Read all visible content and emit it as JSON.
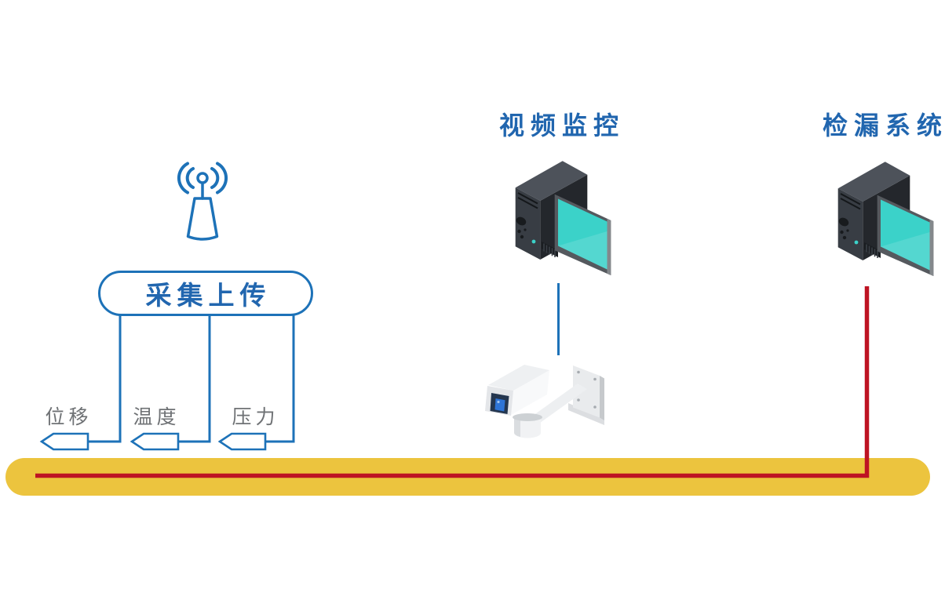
{
  "diagram": {
    "collector": {
      "label": "采集上传"
    },
    "sensors": [
      {
        "label": "位移"
      },
      {
        "label": "温度"
      },
      {
        "label": "压力"
      }
    ],
    "video": {
      "title": "视频监控"
    },
    "leak": {
      "title": "检漏系统"
    },
    "icons": {
      "antenna": "wireless-antenna-icon",
      "video_workstation": "desktop-computer-icon",
      "leak_workstation": "desktop-computer-icon",
      "camera": "cctv-camera-icon",
      "pipeline": "pipeline-bar"
    },
    "colors": {
      "line_blue": "#1d72b8",
      "text_blue": "#2166af",
      "label_gray": "#6f7275",
      "pipeline_yellow": "#ecc43e",
      "leak_line_red": "#be1323",
      "screen_teal": "#3bd2c9",
      "tower_dark": "#383d44"
    }
  }
}
